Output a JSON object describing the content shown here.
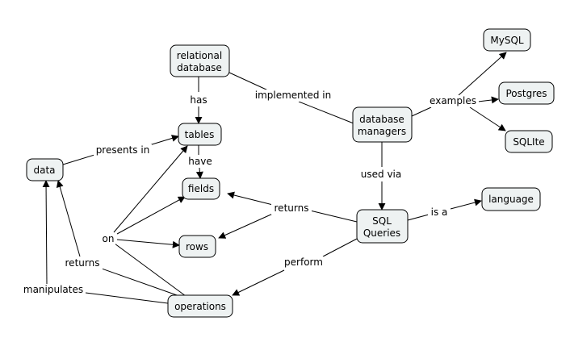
{
  "nodes": {
    "relational_database": [
      "relational",
      "database"
    ],
    "tables": [
      "tables"
    ],
    "data": [
      "data"
    ],
    "fields": [
      "fields"
    ],
    "rows": [
      "rows"
    ],
    "operations": [
      "operations"
    ],
    "database_managers": [
      "database",
      "managers"
    ],
    "sql_queries": [
      "SQL",
      "Queries"
    ],
    "language": [
      "language"
    ],
    "mysql": [
      "MySQL"
    ],
    "postgres": [
      "Postgres"
    ],
    "sqlite": [
      "SQLIte"
    ]
  },
  "links": {
    "has": "has",
    "implemented_in": "implemented in",
    "presents_in": "presents in",
    "have": "have",
    "examples": "examples",
    "used_via": "used via",
    "returns_sql": "returns",
    "is_a": "is a",
    "on": "on",
    "returns_ops": "returns",
    "perform": "perform",
    "manipulates": "manipulates"
  },
  "colors": {
    "node_fill": "#eef2f2",
    "stroke": "#000000",
    "background": "#ffffff"
  }
}
